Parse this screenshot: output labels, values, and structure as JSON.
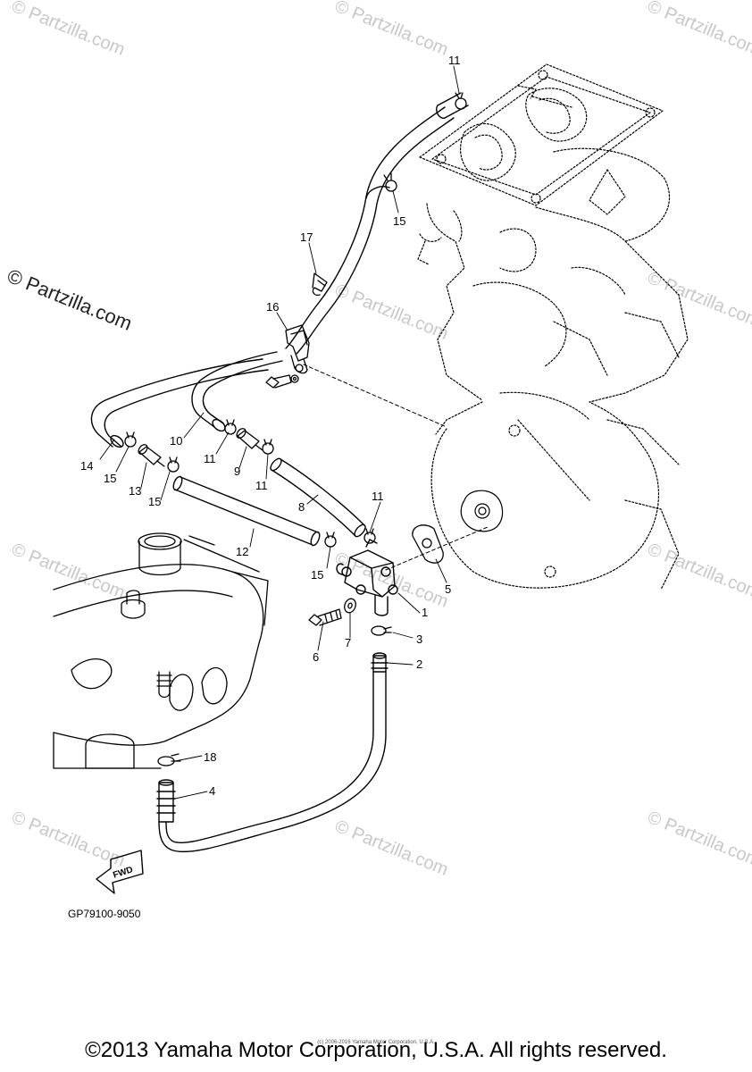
{
  "watermark": {
    "text": "© Partzilla.com",
    "brand_text": "© Partzilla.com"
  },
  "callouts": {
    "c1": "1",
    "c2": "2",
    "c3": "3",
    "c4": "4",
    "c5": "5",
    "c6": "6",
    "c7": "7",
    "c8": "8",
    "c9": "9",
    "c10": "10",
    "c11a": "11",
    "c11b": "11",
    "c11c": "11",
    "c11d": "11",
    "c12": "12",
    "c13": "13",
    "c14": "14",
    "c15a": "15",
    "c15b": "15",
    "c15c": "15",
    "c16": "16",
    "c17": "17",
    "c18": "18"
  },
  "fwd_label": "FWD",
  "part_code": "GP79100-9050",
  "copyright": "©2013 Yamaha Motor Corporation, U.S.A. All rights reserved.",
  "fine_print": "(c) 2006-2016 Yamaha Motor Corporation, U.S.A."
}
